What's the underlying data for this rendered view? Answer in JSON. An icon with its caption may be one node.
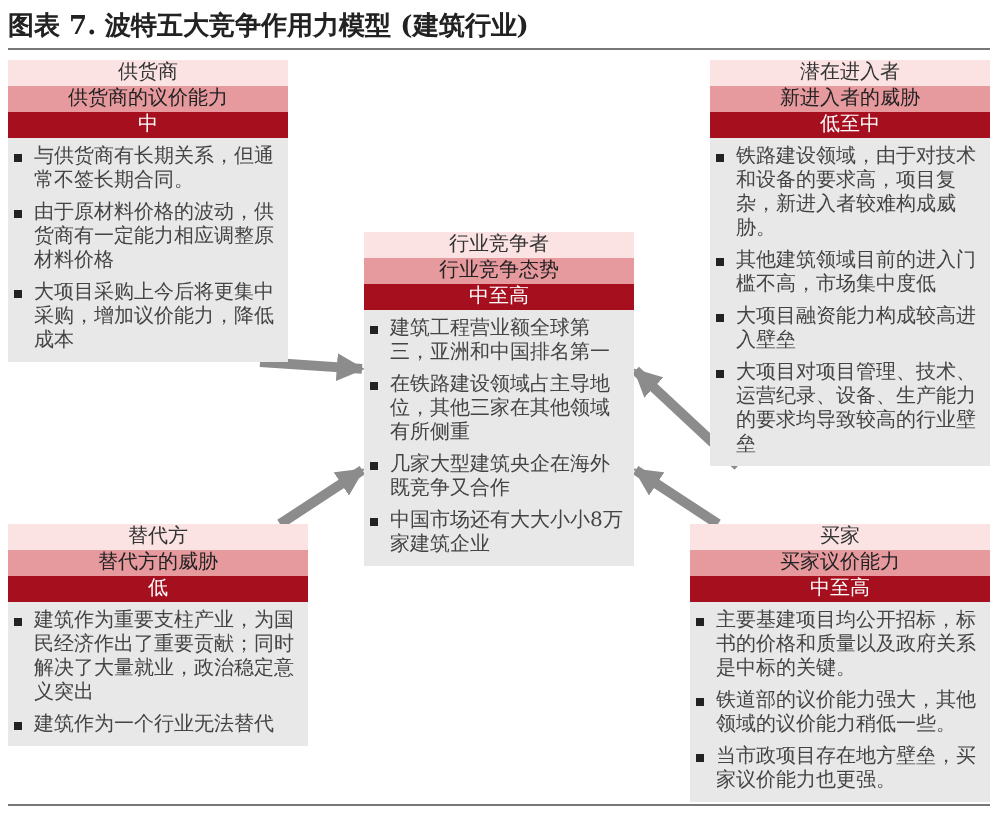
{
  "diagram": {
    "title": "图表 7. 波特五大竞争作用力模型 (建筑行业)",
    "nodes": [
      {
        "text": [
          "供货商",
          "供货商的议价能力",
          "中",
          "与供货商有长期关系，但通常不签长期合同。",
          "由于原材料价格的波动，供货商有一定能力相应调整原材料价格",
          "大项目采购上今后将更集中采购，增加议价能力，降低成本"
        ]
      },
      {
        "text": [
          "潜在进入者",
          "新进入者的威胁",
          "低至中",
          "铁路建设领域，由于对技术和设备的要求高，项目复杂，新进入者较难构成威胁。",
          "其他建筑领域目前的进入门槛不高，市场集中度低",
          "大项目融资能力构成较高进入壁垒",
          "大项目对项目管理、技术、运营纪录、设备、生产能力的要求均导致较高的行业壁垒"
        ]
      },
      {
        "text": [
          "行业竞争者",
          "行业竞争态势",
          "中至高",
          "建筑工程营业额全球第三，亚洲和中国排名第一",
          "在铁路建设领域占主导地位，其他三家在其他领域有所侧重",
          "几家大型建筑央企在海外既竞争又合作",
          "中国市场还有大大小小8万家建筑企业"
        ]
      },
      {
        "text": [
          "替代方",
          "替代方的威胁",
          "低",
          "建筑作为重要支柱产业，为国民经济作出了重要贡献；同时解决了大量就业，政治稳定意义突出",
          "建筑作为一个行业无法替代"
        ]
      },
      {
        "text": [
          "买家",
          "买家议价能力",
          "中至高",
          "主要基建项目均公开招标，标书的价格和质量以及政府关系是中标的关键。",
          "铁道部的议价能力强大，其他领域的议价能力稍低一些。",
          "当市政项目存在地方壁垒，买家议价能力也更强。"
        ]
      }
    ],
    "edges": [
      {
        "from": 0,
        "to": 2,
        "arrow": "to"
      },
      {
        "from": 1,
        "to": 2,
        "arrow": "to"
      },
      {
        "from": 3,
        "to": 2,
        "arrow": "to"
      },
      {
        "from": 4,
        "to": 2,
        "arrow": "to"
      }
    ]
  }
}
